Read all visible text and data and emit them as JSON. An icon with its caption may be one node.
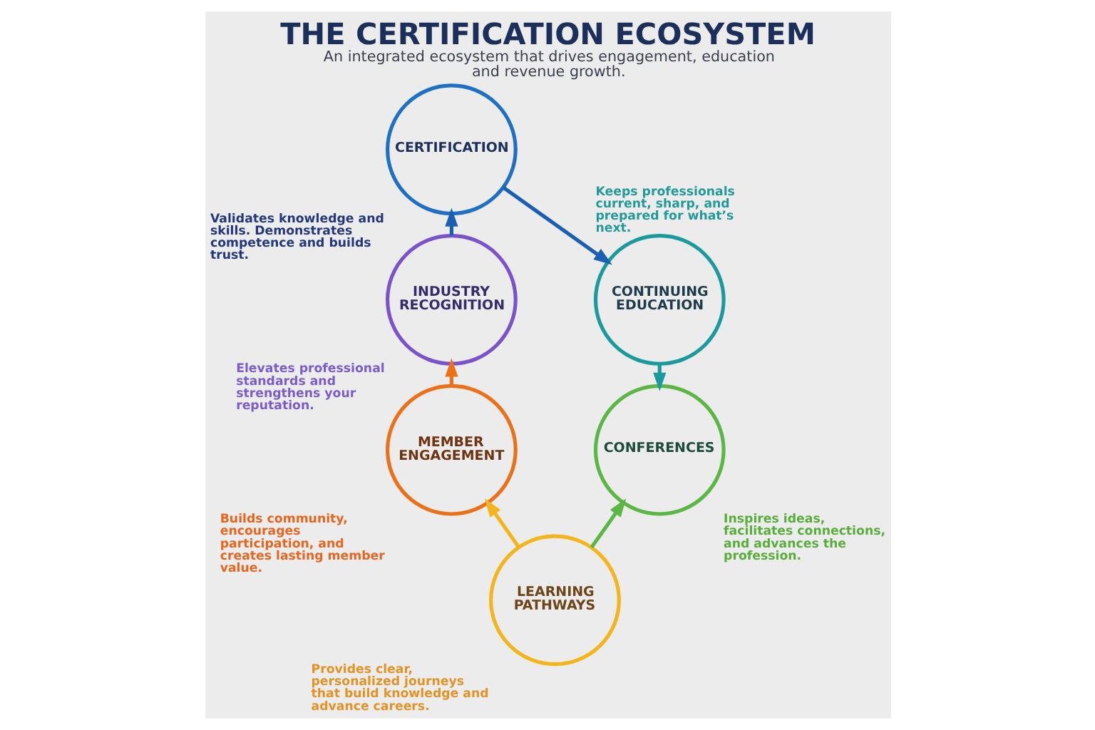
{
  "diagram": {
    "title": "THE CERTIFICATION ECOSYSTEM",
    "caption": "An integrated ecosystem that drives engagement, education and revenue growth.",
    "nodes": [
      {
        "text": [
          "CERTIFICATION"
        ],
        "beside": [
          "Validates knowledge and skills. Demonstrates competence and builds trust."
        ]
      },
      {
        "text": [
          "CONTINUING EDUCATION"
        ],
        "beside": [
          "Keeps professionals current, sharp, and prepared for what’s next."
        ]
      },
      {
        "text": [
          "CONFERENCES"
        ],
        "beside": [
          "Inspires ideas, facilitates connections, and advances the profession."
        ]
      },
      {
        "text": [
          "LEARNING PATHWAYS"
        ],
        "beside": [
          "Provides clear, personalized journeys that build knowledge and advance careers."
        ]
      },
      {
        "text": [
          "MEMBER ENGAGEMENT"
        ],
        "beside": [
          "Builds community, encourages participation, and creates lasting member value."
        ]
      },
      {
        "text": [
          "INDUSTRY RECOGNITION"
        ],
        "beside": [
          "Elevates professional standards and strengthens your reputation."
        ]
      }
    ],
    "edges": [
      {
        "from": 5,
        "to": 0,
        "arrow": "to",
        "color": "#1a5fb4"
      },
      {
        "from": 0,
        "to": 1,
        "arrow": "to",
        "color": "#1a5fb4"
      },
      {
        "from": 1,
        "to": 2,
        "arrow": "to",
        "color": "#1a9a9c"
      },
      {
        "from": 3,
        "to": 2,
        "arrow": "to",
        "color": "#5cb646"
      },
      {
        "from": 3,
        "to": 4,
        "arrow": "to",
        "color": "#f4b41c"
      },
      {
        "from": 4,
        "to": 5,
        "arrow": "to",
        "color": "#ec7018"
      }
    ]
  }
}
